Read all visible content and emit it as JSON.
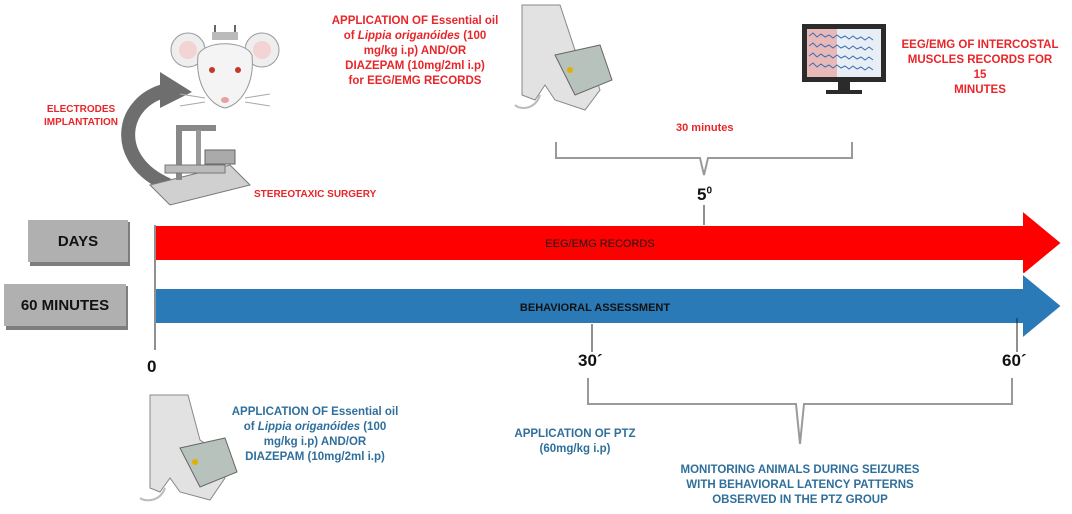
{
  "colors": {
    "red_arrow": "#ff0000",
    "blue_arrow": "#2a7ab8",
    "red_text": "#e8262a",
    "blue_text": "#2f6f9c",
    "bracket": "#9a9a9a",
    "label_box": "#9c9c9c"
  },
  "labels": {
    "days": "DAYS",
    "sixty_minutes": "60 MINUTES",
    "eeg_emg_records": "EEG/EMG RECORDS",
    "behavioral_assessment": "BEHAVIORAL ASSESSMENT"
  },
  "ticks": {
    "zero": "0",
    "thirty": "30´",
    "sixty": "60´",
    "day_five_base": "5",
    "day_five_sup": "0"
  },
  "top": {
    "electrodes_line1": "ELECTRODES",
    "electrodes_line2": "IMPLANTATION",
    "stereotaxic": "STEREOTAXIC SURGERY",
    "app_line1": "APPLICATION OF Essential oil",
    "app_line2_pre": "of ",
    "app_line2_italic": "Lippia origanóides",
    "app_line2_post": " (100",
    "app_line3": "mg/kg i.p) AND/OR",
    "app_line4": "DIAZEPAM (10mg/2ml i.p)",
    "app_line5": "for EEG/EMG RECORDS",
    "thirty_minutes": "30 minutes",
    "eeg_line1": "EEG/EMG OF INTERCOSTAL",
    "eeg_line2": "MUSCLES RECORDS FOR 15",
    "eeg_line3": "MINUTES"
  },
  "bottom": {
    "app_line1": "APPLICATION OF Essential oil",
    "app_line2_pre": "of ",
    "app_line2_italic": "Lippia origanóides",
    "app_line2_post": " (100",
    "app_line3": "mg/kg i.p) AND/OR",
    "app_line4": "DIAZEPAM (10mg/2ml i.p)",
    "ptz_line1": "APPLICATION OF PTZ",
    "ptz_line2": "(60mg/kg i.p)",
    "monitor_line1": "MONITORING ANIMALS DURING SEIZURES",
    "monitor_line2": "WITH BEHAVIORAL LATENCY PATTERNS",
    "monitor_line3": "OBSERVED IN THE PTZ GROUP"
  },
  "icons": [
    "rat-head-icon",
    "stereotaxic-frame-icon",
    "curved-arrow-icon",
    "injection-hand-icon",
    "eeg-monitor-icon"
  ]
}
